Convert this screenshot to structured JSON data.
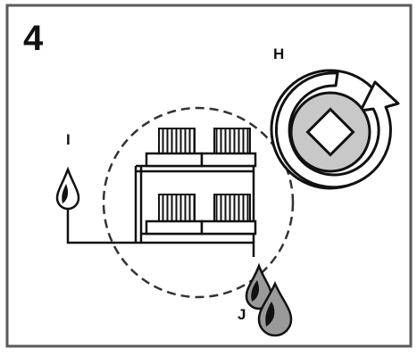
{
  "figure": {
    "step_number": "4",
    "labels": {
      "rotation": "H",
      "heat_source": "I",
      "output_drops": "J"
    }
  },
  "colors": {
    "frame": "#5a5a5a",
    "ink": "#111111",
    "rotor_fill": "#c8c8c8",
    "drop_fill": "#9a9a9a",
    "background": "#ffffff"
  }
}
